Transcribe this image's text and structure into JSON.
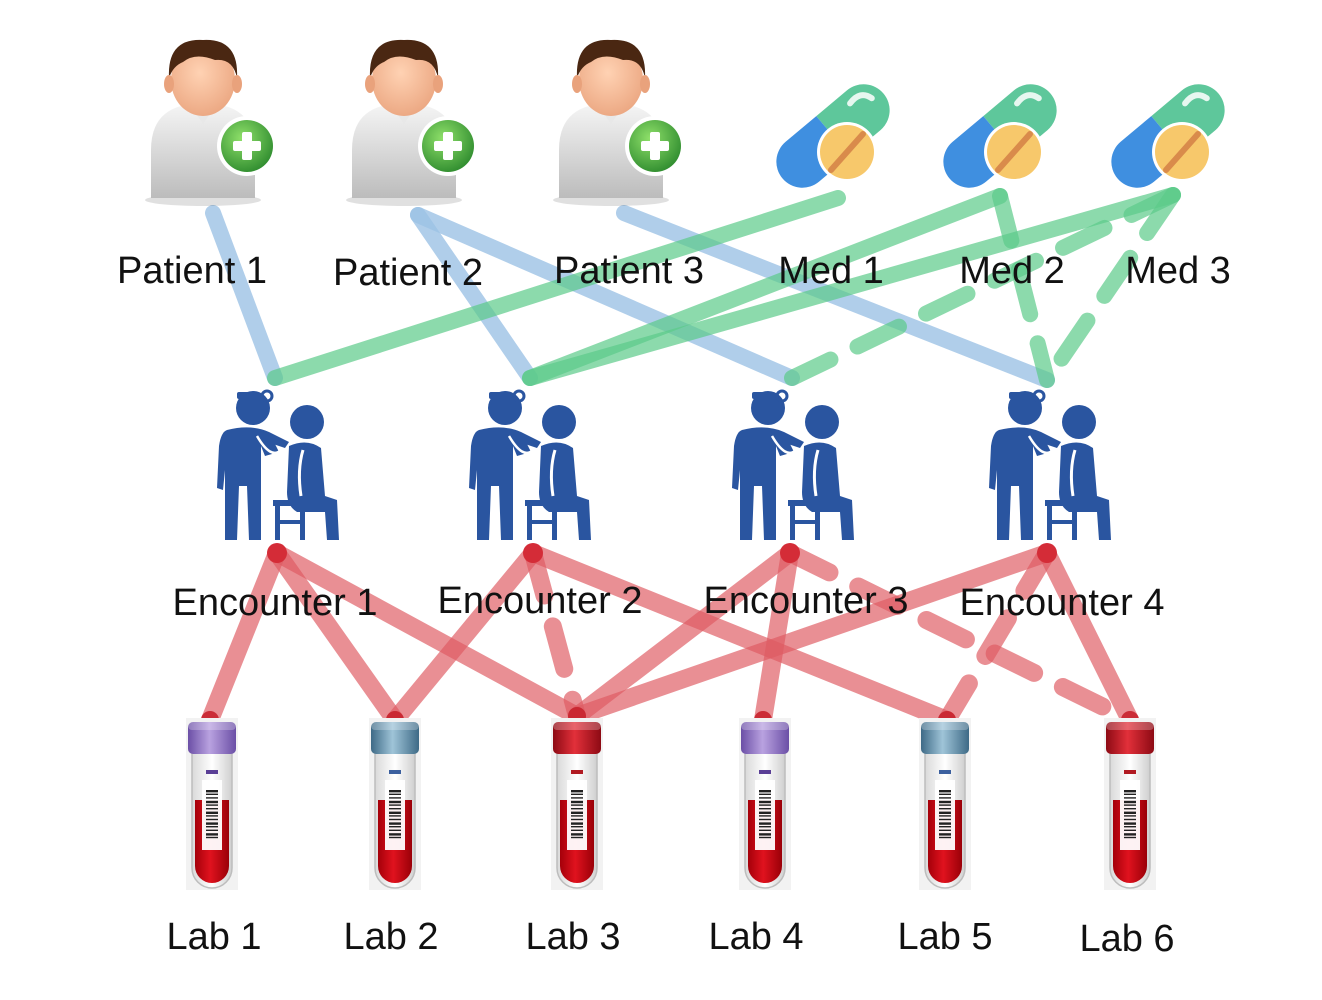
{
  "patients": [
    {
      "label": "Patient 1"
    },
    {
      "label": "Patient 2"
    },
    {
      "label": "Patient 3"
    }
  ],
  "meds": [
    {
      "label": "Med 1"
    },
    {
      "label": "Med 2"
    },
    {
      "label": "Med 3"
    }
  ],
  "encounters": [
    {
      "label": "Encounter 1"
    },
    {
      "label": "Encounter 2"
    },
    {
      "label": "Encounter 3"
    },
    {
      "label": "Encounter 4"
    }
  ],
  "labs": [
    {
      "label": "Lab 1",
      "cap": "purple"
    },
    {
      "label": "Lab 2",
      "cap": "blue"
    },
    {
      "label": "Lab 3",
      "cap": "red"
    },
    {
      "label": "Lab 4",
      "cap": "purple"
    },
    {
      "label": "Lab 5",
      "cap": "blue"
    },
    {
      "label": "Lab 6",
      "cap": "red"
    }
  ],
  "edges": {
    "patient_encounter": [
      [
        0,
        0
      ],
      [
        1,
        1
      ],
      [
        1,
        2
      ],
      [
        2,
        3
      ]
    ],
    "med_encounter": [
      {
        "from": 0,
        "to": 0,
        "dashed": false
      },
      {
        "from": 1,
        "to": 1,
        "dashed": false
      },
      {
        "from": 2,
        "to": 1,
        "dashed": false
      },
      {
        "from": 2,
        "to": 2,
        "dashed": true
      },
      {
        "from": 1,
        "to": 3,
        "dashed": true
      },
      {
        "from": 2,
        "to": 3,
        "dashed": true
      }
    ],
    "encounter_lab": [
      {
        "from": 0,
        "to": 0,
        "dashed": false
      },
      {
        "from": 0,
        "to": 1,
        "dashed": false
      },
      {
        "from": 0,
        "to": 2,
        "dashed": false
      },
      {
        "from": 1,
        "to": 1,
        "dashed": false
      },
      {
        "from": 1,
        "to": 2,
        "dashed": true
      },
      {
        "from": 1,
        "to": 4,
        "dashed": false
      },
      {
        "from": 2,
        "to": 2,
        "dashed": false
      },
      {
        "from": 2,
        "to": 3,
        "dashed": false
      },
      {
        "from": 2,
        "to": 5,
        "dashed": true
      },
      {
        "from": 3,
        "to": 2,
        "dashed": false
      },
      {
        "from": 3,
        "to": 4,
        "dashed": true
      },
      {
        "from": 3,
        "to": 5,
        "dashed": false
      }
    ]
  },
  "colors": {
    "patient_edge": "#9dc3e6",
    "med_edge": "#5ccb8a",
    "lab_edge": "#df5b63",
    "encounter_icon": "#2a55a0",
    "pill_teal": "#5ec79b",
    "pill_blue": "#3f8fe0",
    "pill_tablet": "#f7c86b",
    "plus_green": "#3aa23a"
  }
}
